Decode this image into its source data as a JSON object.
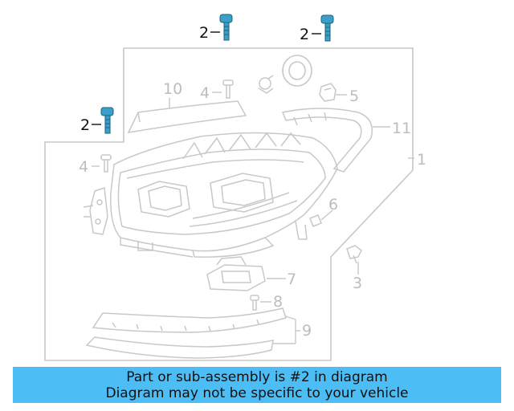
{
  "callouts": {
    "c1": "1",
    "c2a": "2",
    "c2b": "2",
    "c2c": "2",
    "c3": "3",
    "c4a": "4",
    "c4b": "4",
    "c5": "5",
    "c6": "6",
    "c7": "7",
    "c8": "8",
    "c9": "9",
    "c10": "10",
    "c11": "11"
  },
  "highlighted_part": "2",
  "colors": {
    "highlight_part": "#3aa0c8",
    "banner_background": "#4dbdf5",
    "line_grey": "#c8c8c8",
    "label_grey": "#bdbdbd"
  },
  "icons": [
    "bolt-icon",
    "screw-icon",
    "grommet-icon",
    "bulb-socket-icon",
    "clip-icon",
    "nut-icon"
  ],
  "banner": {
    "line1": "Part or sub-assembly is #2 in diagram",
    "line2": "Diagram may not be specific to your vehicle"
  }
}
